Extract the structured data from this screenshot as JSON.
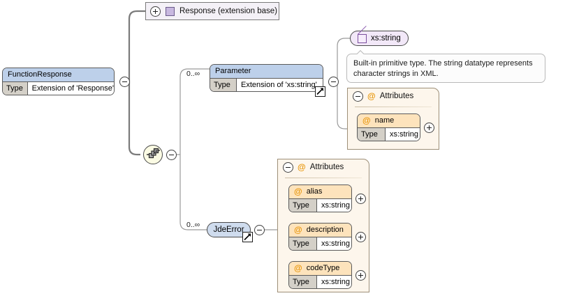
{
  "diagram": {
    "type": "xml-schema-element-diagram",
    "root": {
      "name": "FunctionResponse",
      "type_key": "Type",
      "type_value": "Extension of 'Response'",
      "toggle": "collapse"
    },
    "extension_base": {
      "label": "Response (extension base)",
      "toggle": "expand",
      "icon": "complex-type-icon"
    },
    "compositor": {
      "kind": "sequence",
      "toggle": "collapse"
    },
    "children": [
      {
        "name": "Parameter",
        "cardinality": "0..∞",
        "type_key": "Type",
        "type_value": "Extension of 'xs:string'",
        "toggle": "collapse",
        "has_link_arrow": true,
        "base_type": {
          "label": "xs:string",
          "icon": "simple-type-icon",
          "annotation": "Built-in primitive type. The string datatype represents character strings in XML."
        },
        "attributes_group": {
          "label": "Attributes",
          "toggle": "collapse",
          "items": [
            {
              "name": "name",
              "type_key": "Type",
              "type_value": "xs:string",
              "toggle": "expand"
            }
          ]
        }
      },
      {
        "name": "JdeError",
        "cardinality": "0..∞",
        "toggle": "collapse",
        "has_link_arrow": true,
        "attributes_group": {
          "label": "Attributes",
          "toggle": "collapse",
          "items": [
            {
              "name": "alias",
              "type_key": "Type",
              "type_value": "xs:string",
              "toggle": "expand"
            },
            {
              "name": "description",
              "type_key": "Type",
              "type_value": "xs:string",
              "toggle": "expand"
            },
            {
              "name": "codeType",
              "type_key": "Type",
              "type_value": "xs:string",
              "toggle": "expand"
            }
          ]
        }
      }
    ],
    "colors": {
      "element_header": "#bdd0ea",
      "attribute_header": "#fde3bc",
      "attribute_panel": "#fdf6ec",
      "simple_type": "#f2e8f8",
      "type_cell": "#d4d0c8",
      "line": "#7a7a7a"
    }
  }
}
